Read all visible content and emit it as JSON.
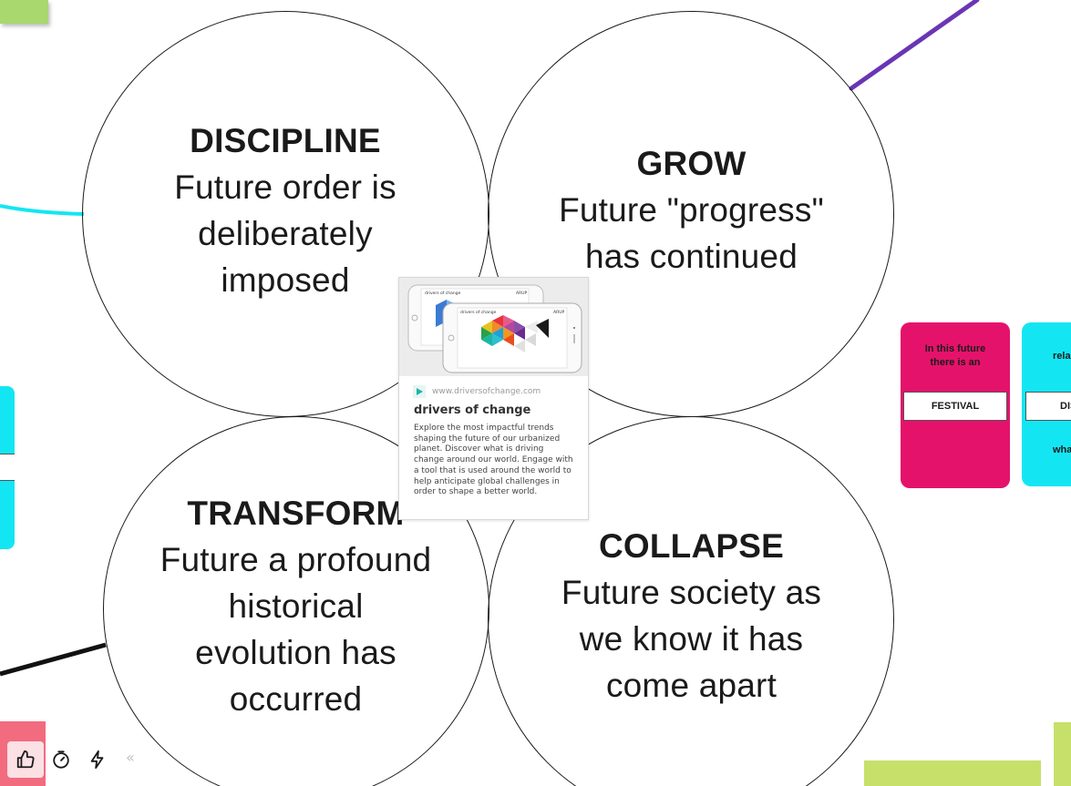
{
  "scenarios": [
    {
      "title": "DISCIPLINE",
      "lines": [
        "Future order is",
        "deliberately",
        "imposed"
      ]
    },
    {
      "title": "GROW",
      "lines": [
        "Future \"progress\"",
        "has continued"
      ]
    },
    {
      "title": "TRANSFORM",
      "lines": [
        "Future a profound",
        "historical",
        "evolution has",
        "occurred"
      ]
    },
    {
      "title": "COLLAPSE",
      "lines": [
        "Future society as",
        "we know it has",
        "come apart"
      ]
    }
  ],
  "link_card": {
    "url": "www.driversofchange.com",
    "title": "drivers of change",
    "description": "Explore the most impactful trends shaping the future of our urbanized planet. Discover what is driving change around our world. Engage with a tool that is used around the world to help anticipate global challenges in order to shape a better world.",
    "thumb_label": "drivers of change",
    "thumb_brand": "ARUP"
  },
  "future_card": {
    "line1": "In this future",
    "line2": "there is an",
    "band": "FESTIVAL"
  },
  "cyan_card": {
    "top": "rela",
    "band": "DIS",
    "bottom": "wha"
  },
  "toolbar": {
    "like_icon": "thumbs-up-icon",
    "timer_icon": "timer-icon",
    "bolt_icon": "lightning-icon",
    "collapse": "«"
  },
  "colors": {
    "purple_line": "#6a35b5",
    "cyan_line": "#13e6f2",
    "black_line": "#111111",
    "pink_card": "#e5126b",
    "cyan_card": "#13e6f2"
  }
}
